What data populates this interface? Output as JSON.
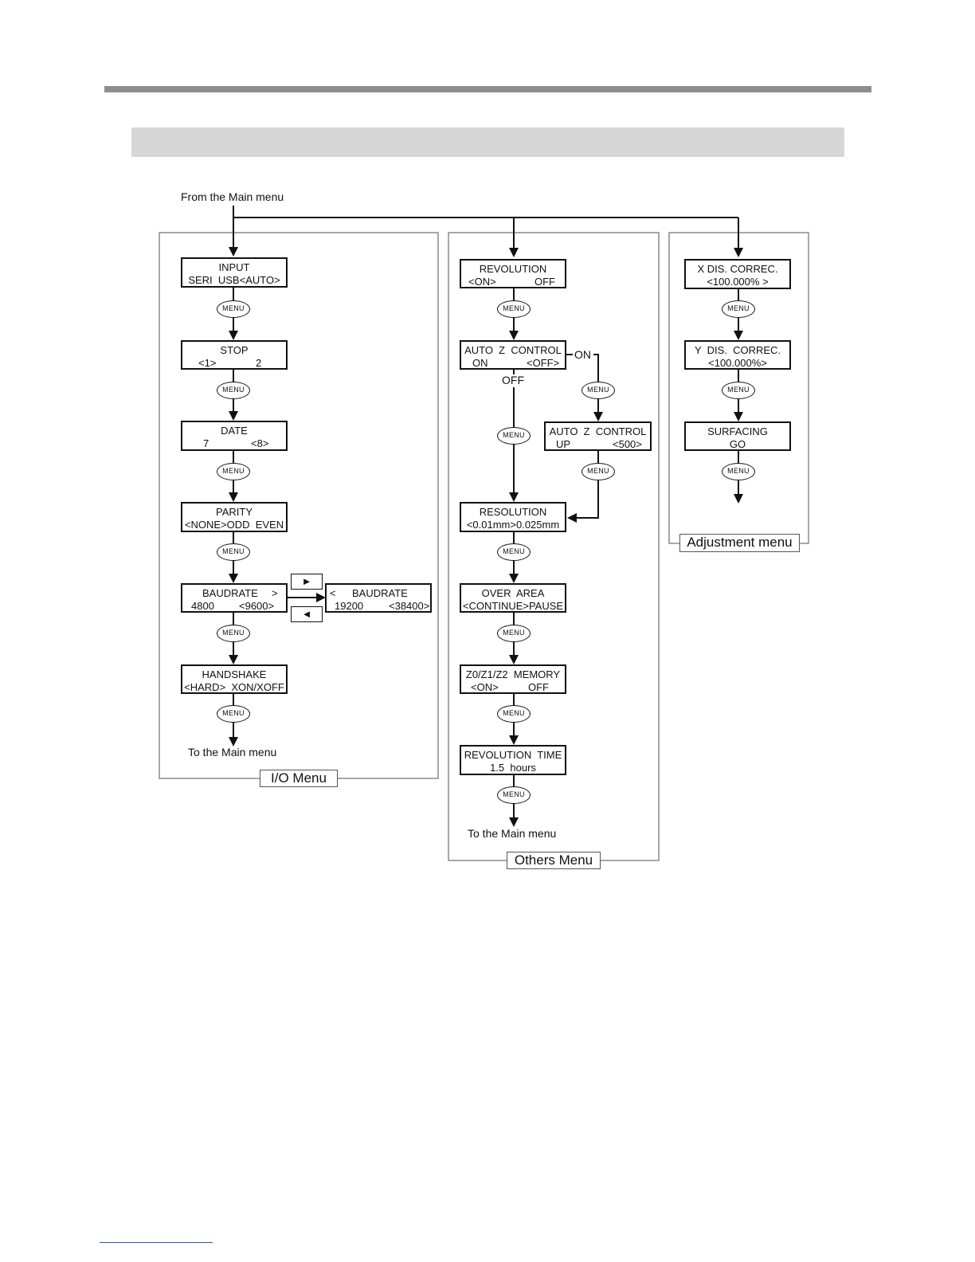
{
  "diagram": {
    "entry_label": "From the Main menu",
    "menu_button_label": "MENU",
    "io_menu": {
      "legend": "I/O Menu",
      "exit_label": "To the Main menu",
      "screens": [
        {
          "line1": "INPUT",
          "line2": "SERI  USB<AUTO>"
        },
        {
          "line1": "STOP",
          "line2_left": "<1>",
          "line2_right": "2"
        },
        {
          "line1": "DATE",
          "line2_left": "7",
          "line2_right": "<8>"
        },
        {
          "line1": "PARITY",
          "line2": "<NONE>ODD  EVEN"
        },
        {
          "line1_left": "BAUDRATE",
          "line1_right": ">",
          "line2_left": "4800",
          "line2_right": "<9600>"
        },
        {
          "line1": "HANDSHAKE",
          "line2": "<HARD>  XON/XOFF"
        }
      ],
      "baudrate_alt": {
        "line1_left": "<",
        "line1_right": "BAUDRATE",
        "line2_left": "19200",
        "line2_right": "<38400>"
      },
      "right_key": "►",
      "left_key": "◄"
    },
    "others_menu": {
      "legend": "Others Menu",
      "exit_label": "To the Main menu",
      "on_label": "ON",
      "off_label": "OFF",
      "screens": [
        {
          "line1": "REVOLUTION",
          "line2_left": "<ON>",
          "line2_right": "OFF"
        },
        {
          "line1": "AUTO  Z  CONTROL",
          "line2_left": "ON",
          "line2_right": "<OFF>"
        },
        {
          "line1": "AUTO  Z  CONTROL",
          "line2_left": "UP",
          "line2_right": "<500>"
        },
        {
          "line1": "RESOLUTION",
          "line2": "<0.01mm>0.025mm"
        },
        {
          "line1": "OVER  AREA",
          "line2": "<CONTINUE>PAUSE"
        },
        {
          "line1": "Z0/Z1/Z2  MEMORY",
          "line2_left": "<ON>",
          "line2_right": "OFF"
        },
        {
          "line1": "REVOLUTION  TIME",
          "line2": "1.5  hours"
        }
      ]
    },
    "adjustment_menu": {
      "legend": "Adjustment menu",
      "screens": [
        {
          "line1": "X DIS. CORREC.",
          "line2": "<100.000% >"
        },
        {
          "line1": "Y  DIS.  CORREC.",
          "line2": "<100.000%>"
        },
        {
          "line1": "SURFACING",
          "line2": "GO"
        }
      ]
    }
  }
}
